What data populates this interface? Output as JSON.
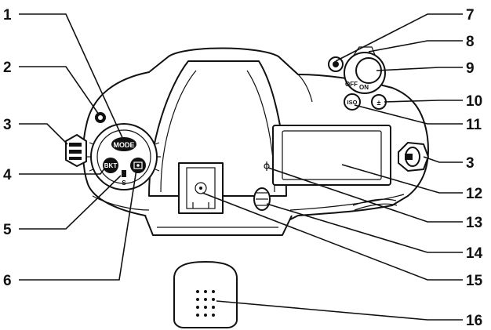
{
  "callouts": [
    {
      "id": "c1",
      "number": "1"
    },
    {
      "id": "c2",
      "number": "2"
    },
    {
      "id": "c3l",
      "number": "3"
    },
    {
      "id": "c4",
      "number": "4"
    },
    {
      "id": "c5",
      "number": "5"
    },
    {
      "id": "c6",
      "number": "6"
    },
    {
      "id": "c7",
      "number": "7"
    },
    {
      "id": "c8",
      "number": "8"
    },
    {
      "id": "c9",
      "number": "9"
    },
    {
      "id": "c10",
      "number": "10"
    },
    {
      "id": "c11",
      "number": "11"
    },
    {
      "id": "c3r",
      "number": "3"
    },
    {
      "id": "c12",
      "number": "12"
    },
    {
      "id": "c13",
      "number": "13"
    },
    {
      "id": "c14",
      "number": "14"
    },
    {
      "id": "c15",
      "number": "15"
    },
    {
      "id": "c16",
      "number": "16"
    }
  ],
  "camera_labels": {
    "mode": "MODE",
    "bkt": "BKT",
    "iso": "ISO",
    "off": "OFF",
    "on": "ON",
    "s": "S"
  },
  "colors": {
    "ink": "#111111",
    "paper": "#ffffff",
    "button_fill": "#111111"
  }
}
